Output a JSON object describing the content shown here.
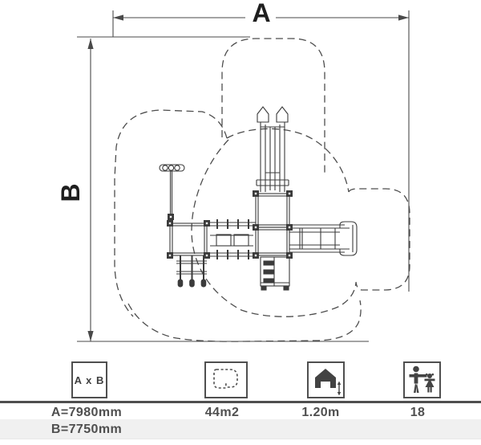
{
  "dimensions": {
    "a_label": "A",
    "b_label": "B"
  },
  "legend": {
    "items": [
      {
        "name": "footprint-dimensions",
        "box_text": "A x B",
        "values": [
          "A=7980mm",
          "B=7750mm"
        ]
      },
      {
        "name": "safety-area",
        "values": [
          "44m2"
        ]
      },
      {
        "name": "fall-height",
        "values": [
          "1.20m"
        ]
      },
      {
        "name": "capacity",
        "values": [
          "18"
        ]
      }
    ]
  },
  "colors": {
    "equipment_line": "#3b3b3b",
    "dashed_outline": "#4d4d4d",
    "dimension_line": "#4a4a4a",
    "legend_text": "#4f4f4f",
    "stripe_bg": "#f0f0f0",
    "rule": "#4f4f4f"
  }
}
